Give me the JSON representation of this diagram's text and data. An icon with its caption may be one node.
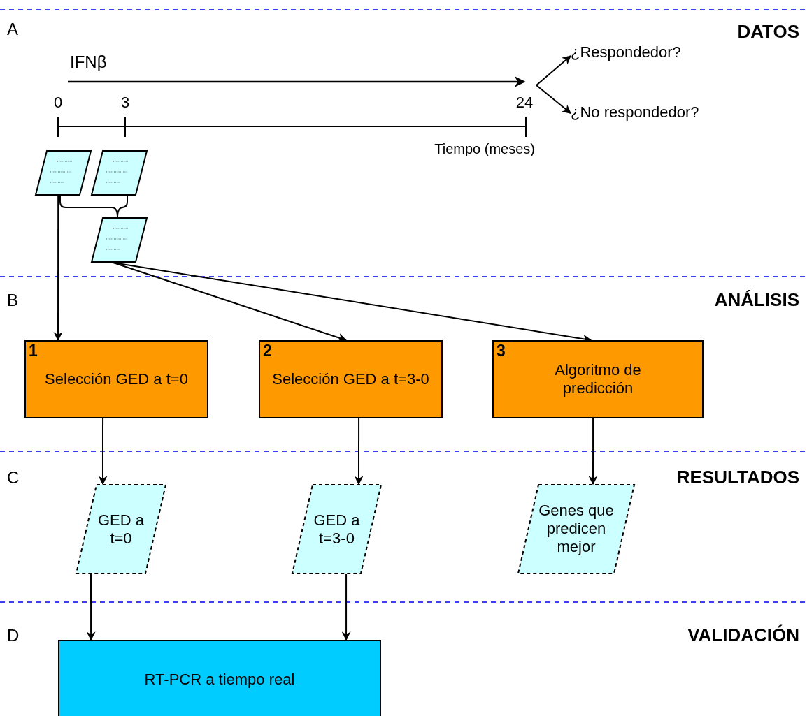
{
  "diagram": {
    "nodes": [
      {
        "text": [],
        "shape": "parallelogram"
      },
      {
        "text": [],
        "shape": "parallelogram"
      },
      {
        "text": [],
        "shape": "parallelogram"
      },
      {
        "text": [
          "¿Respondedor?"
        ]
      },
      {
        "text": [
          "¿No respondedor?"
        ]
      },
      {
        "text": [
          "1",
          "Selección GED a t=0"
        ]
      },
      {
        "text": [
          "2",
          "Selección GED a t=3-0"
        ]
      },
      {
        "text": [
          "3",
          "Algoritmo de predicción"
        ]
      },
      {
        "text": [
          "GED a t=0"
        ]
      },
      {
        "text": [
          "GED a t=3-0"
        ]
      },
      {
        "text": [
          "Genes que predicen mejor"
        ]
      },
      {
        "text": [
          "RT-PCR a tiempo real"
        ]
      }
    ],
    "edges": [
      {
        "from": 0,
        "to": 5,
        "arrow": "to"
      },
      {
        "from": 0,
        "to": 2,
        "arrow": "none"
      },
      {
        "from": 1,
        "to": 2,
        "arrow": "none"
      },
      {
        "from": 2,
        "to": 6,
        "arrow": "to"
      },
      {
        "from": 2,
        "to": 7,
        "arrow": "to"
      },
      {
        "from": 5,
        "to": 8,
        "arrow": "to"
      },
      {
        "from": 6,
        "to": 9,
        "arrow": "to"
      },
      {
        "from": 7,
        "to": 10,
        "arrow": "to"
      },
      {
        "from": 8,
        "to": 11,
        "arrow": "to"
      },
      {
        "from": 9,
        "to": 11,
        "arrow": "to"
      },
      {
        "from": null,
        "to": 3,
        "arrow": "to"
      },
      {
        "from": null,
        "to": 4,
        "arrow": "to"
      }
    ],
    "labels": [
      "A",
      "DATOS",
      "IFNβ",
      "0",
      "3",
      "24",
      "Tiempo (meses)",
      "B",
      "ANÁLISIS",
      "C",
      "RESULTADOS",
      "D",
      "VALIDACIÓN"
    ]
  }
}
